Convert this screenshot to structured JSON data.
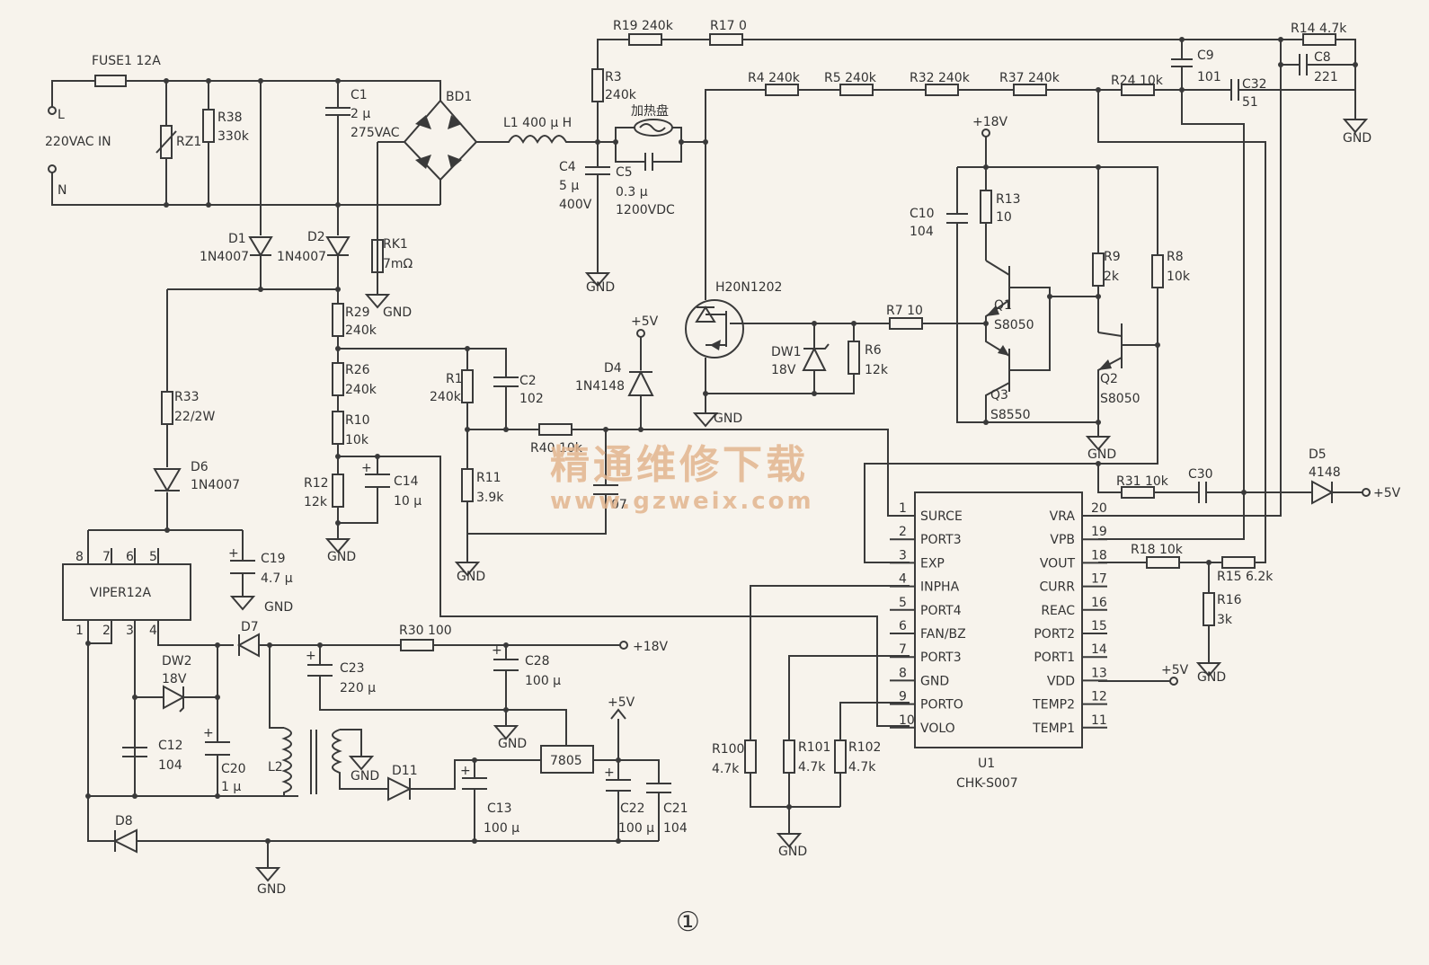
{
  "mains": {
    "label": "220VAC IN",
    "L": "L",
    "N": "N"
  },
  "components": {
    "FUSE1": "FUSE1 12A",
    "RZ1": "RZ1",
    "R38": [
      "R38",
      "330k"
    ],
    "C1": [
      "C1",
      "2 μ",
      "275VAC"
    ],
    "BD1": "BD1",
    "L1": "L1 400 μ H",
    "R19": "R19 240k",
    "R17": "R17 0",
    "R14": "R14 4.7k",
    "R3": [
      "R3",
      "240k"
    ],
    "heater": "加热盘",
    "C4": [
      "C4",
      "5 μ",
      "400V"
    ],
    "C5": [
      "C5",
      "0.3 μ",
      "1200VDC"
    ],
    "R4": "R4 240k",
    "R5": "R5 240k",
    "R32": "R32 240k",
    "R37": "R37 240k",
    "R24": "R24 10k",
    "C9": [
      "C9",
      "101"
    ],
    "C8": [
      "C8",
      "221"
    ],
    "C32": [
      "C32",
      "51"
    ],
    "D1": [
      "D1",
      "1N4007"
    ],
    "D2": [
      "D2",
      "1N4007"
    ],
    "RK1": [
      "RK1",
      "7mΩ"
    ],
    "R29": [
      "R29",
      "240k"
    ],
    "R26": [
      "R26",
      "240k"
    ],
    "R10": [
      "R10",
      "10k"
    ],
    "R12": [
      "R12",
      "12k"
    ],
    "C14": [
      "C14",
      "10 μ"
    ],
    "R1": [
      "R1",
      "240k"
    ],
    "C2": [
      "C2",
      "102"
    ],
    "R11": [
      "R11",
      "3.9k"
    ],
    "R40": "R40 10k",
    "C7": "07",
    "D4": [
      "D4",
      "1N4148"
    ],
    "IGBT": "H20N1202",
    "DW1": [
      "DW1",
      "18V"
    ],
    "R6": [
      "R6",
      "12k"
    ],
    "R7": "R7 10",
    "C10": [
      "C10",
      "104"
    ],
    "R13": [
      "R13",
      "10"
    ],
    "R9": [
      "R9",
      "2k"
    ],
    "R8": [
      "R8",
      "10k"
    ],
    "Q1": [
      "Q1",
      "S8050"
    ],
    "Q2": [
      "Q2",
      "S8050"
    ],
    "Q3": [
      "Q3",
      "S8550"
    ],
    "R33": [
      "R33",
      "22/2W"
    ],
    "D6": [
      "D6",
      "1N4007"
    ],
    "C19": [
      "C19",
      "4.7 μ"
    ],
    "VIPER": "VIPER12A",
    "D7": "D7",
    "DW2": [
      "DW2",
      "18V"
    ],
    "C12": [
      "C12",
      "104"
    ],
    "C20": [
      "C20",
      "1 μ"
    ],
    "L2": "L2",
    "D8": "D8",
    "R30": "R30 100",
    "C23": [
      "C23",
      "220 μ"
    ],
    "C28": [
      "C28",
      "100 μ"
    ],
    "D11": "D11",
    "C13": [
      "C13",
      "100 μ"
    ],
    "REG": "7805",
    "C22": [
      "C22",
      "100 μ"
    ],
    "C21": [
      "C21",
      "104"
    ],
    "R31": "R31 10k",
    "C30": "C30",
    "D5": [
      "D5",
      "4148"
    ],
    "R18": "R18 10k",
    "R15": "R15 6.2k",
    "R16": [
      "R16",
      "3k"
    ],
    "R100": [
      "R100",
      "4.7k"
    ],
    "R101": [
      "R101",
      "4.7k"
    ],
    "R102": [
      "R102",
      "4.7k"
    ],
    "U1": [
      "U1",
      "CHK-S007"
    ]
  },
  "viper_pins": [
    "8",
    "7",
    "6",
    "5",
    "1",
    "2",
    "3",
    "4"
  ],
  "ic": {
    "left": [
      {
        "num": "1",
        "name": "SURCE"
      },
      {
        "num": "2",
        "name": "PORT3"
      },
      {
        "num": "3",
        "name": "EXP"
      },
      {
        "num": "4",
        "name": "INPHA"
      },
      {
        "num": "5",
        "name": "PORT4"
      },
      {
        "num": "6",
        "name": "FAN/BZ"
      },
      {
        "num": "7",
        "name": "PORT3"
      },
      {
        "num": "8",
        "name": "GND"
      },
      {
        "num": "9",
        "name": "PORTO"
      },
      {
        "num": "10",
        "name": "VOLO"
      }
    ],
    "right": [
      {
        "num": "20",
        "name": "VRA"
      },
      {
        "num": "19",
        "name": "VPB"
      },
      {
        "num": "18",
        "name": "VOUT"
      },
      {
        "num": "17",
        "name": "CURR"
      },
      {
        "num": "16",
        "name": "REAC"
      },
      {
        "num": "15",
        "name": "PORT2"
      },
      {
        "num": "14",
        "name": "PORT1"
      },
      {
        "num": "13",
        "name": "VDD"
      },
      {
        "num": "12",
        "name": "TEMP2"
      },
      {
        "num": "11",
        "name": "TEMP1"
      }
    ]
  },
  "rails": {
    "gnd": "GND",
    "v18": "+18V",
    "v5": "+5V"
  },
  "watermark": {
    "cn": "精通维修下载",
    "url": "www.gzweix.com"
  },
  "figure_number": "①"
}
